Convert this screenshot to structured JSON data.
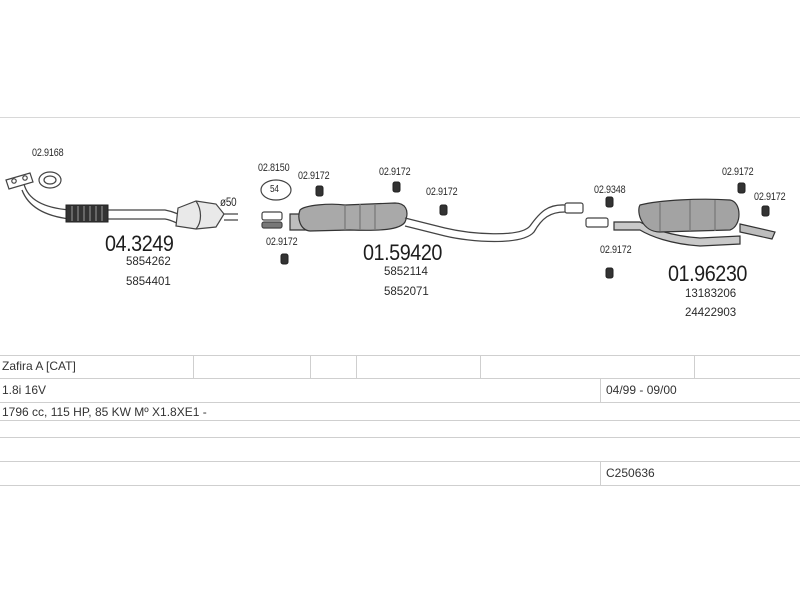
{
  "diagram": {
    "parts": [
      {
        "code": "02.9168"
      },
      {
        "code": "04.3249",
        "refs": [
          "5854262",
          "5854401"
        ]
      },
      {
        "code": "02.8150"
      },
      {
        "code": "02.9172"
      },
      {
        "code": "01.59420",
        "refs": [
          "5852114",
          "5852071"
        ]
      },
      {
        "code": "02.9348"
      },
      {
        "code": "01.96230",
        "refs": [
          "13183206",
          "24422903"
        ]
      }
    ],
    "gasket_label": "54",
    "diameter_label": "ø50"
  },
  "table": {
    "row1": {
      "model": "Zafira A  [CAT]"
    },
    "row2": {
      "engine": "1.8i 16V",
      "period": "04/99 - 09/00"
    },
    "row3": {
      "spec": "1796 cc, 115 HP, 85 KW Mº X1.8XE1 -"
    },
    "row5": {
      "code": "C250636"
    }
  }
}
